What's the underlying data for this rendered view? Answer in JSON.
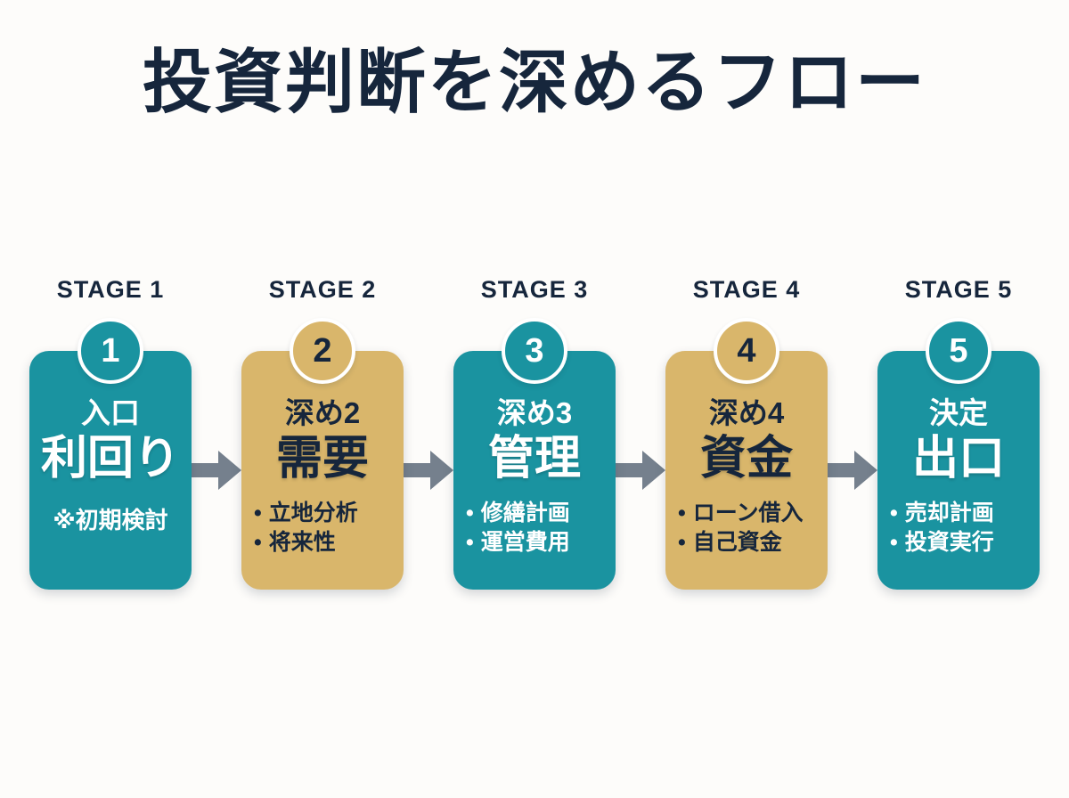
{
  "title": "投資判断を深めるフロー",
  "colors": {
    "teal": "#1a93a0",
    "gold": "#d9b66b",
    "navy": "#16263c",
    "arrow": "#75808d",
    "bg": "#fdfcfa"
  },
  "stages": [
    {
      "stage_label": "STAGE 1",
      "number": "1",
      "theme": "teal",
      "subtitle": "入口",
      "keyword": "利回り",
      "note": "※初期検討",
      "bullets": []
    },
    {
      "stage_label": "STAGE 2",
      "number": "2",
      "theme": "gold",
      "subtitle": "深め2",
      "keyword": "需要",
      "bullets": [
        "立地分析",
        "将来性"
      ]
    },
    {
      "stage_label": "STAGE 3",
      "number": "3",
      "theme": "teal",
      "subtitle": "深め3",
      "keyword": "管理",
      "bullets": [
        "修繕計画",
        "運営費用"
      ]
    },
    {
      "stage_label": "STAGE 4",
      "number": "4",
      "theme": "gold",
      "subtitle": "深め4",
      "keyword": "資金",
      "bullets": [
        "ローン借入",
        "自己資金"
      ]
    },
    {
      "stage_label": "STAGE 5",
      "number": "5",
      "theme": "teal",
      "subtitle": "決定",
      "keyword": "出口",
      "bullets": [
        "売却計画",
        "投資実行"
      ]
    }
  ],
  "arrow_icon": "right-arrow"
}
